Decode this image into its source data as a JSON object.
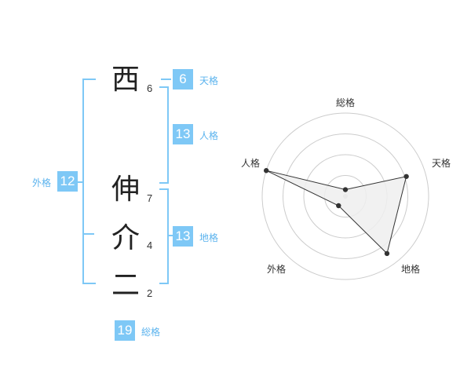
{
  "name": {
    "chars": [
      {
        "char": "西",
        "strokes": "6"
      },
      {
        "char": "伸",
        "strokes": "7"
      },
      {
        "char": "介",
        "strokes": "4"
      },
      {
        "char": "二",
        "strokes": "2"
      }
    ]
  },
  "fortune": {
    "tenkaku": {
      "label": "天格",
      "value": "6"
    },
    "jinkaku": {
      "label": "人格",
      "value": "13"
    },
    "chikaku": {
      "label": "地格",
      "value": "13"
    },
    "gaikaku": {
      "label": "外格",
      "value": "12"
    },
    "soukaku": {
      "label": "総格",
      "value": "19"
    }
  },
  "chart_data": {
    "type": "radar",
    "axes": [
      "総格",
      "天格",
      "地格",
      "外格",
      "人格"
    ],
    "values": [
      0.08,
      0.77,
      0.85,
      0.14,
      1.0
    ],
    "rmax": 1.0,
    "rings": 4,
    "colors": {
      "fill": "#eeeeee",
      "stroke": "#333333",
      "grid": "#cccccc",
      "accent": "#7ec8f6"
    }
  }
}
